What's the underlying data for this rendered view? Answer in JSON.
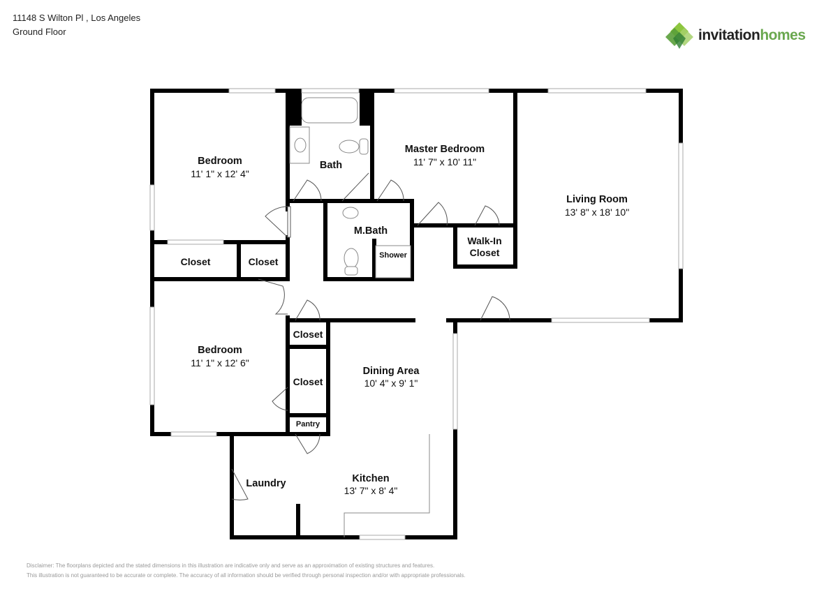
{
  "header": {
    "address": "11148 S Wilton Pl , Los Angeles",
    "floor": "Ground Floor"
  },
  "logo": {
    "text_a": "invitation",
    "text_b": "homes",
    "brand_color": "#6aa84f"
  },
  "rooms": {
    "bedroom1": {
      "name": "Bedroom",
      "dims": "11' 1\" x 12' 4\""
    },
    "bath": {
      "name": "Bath"
    },
    "master_bedroom": {
      "name": "Master Bedroom",
      "dims": "11' 7\" x 10' 11\""
    },
    "living_room": {
      "name": "Living Room",
      "dims": "13' 8\" x 18' 10\""
    },
    "m_bath": {
      "name": "M.Bath"
    },
    "shower": {
      "name": "Shower"
    },
    "walk_in_closet": {
      "name": "Walk-In\nCloset",
      "line1": "Walk-In",
      "line2": "Closet"
    },
    "closet1": {
      "name": "Closet"
    },
    "closet2": {
      "name": "Closet"
    },
    "bedroom2": {
      "name": "Bedroom",
      "dims": "11' 1\" x 12' 6\""
    },
    "closet3": {
      "name": "Closet"
    },
    "closet4": {
      "name": "Closet"
    },
    "pantry": {
      "name": "Pantry"
    },
    "dining": {
      "name": "Dining Area",
      "dims": "10' 4\" x 9' 1\""
    },
    "laundry": {
      "name": "Laundry"
    },
    "kitchen": {
      "name": "Kitchen",
      "dims": "13' 7\" x 8' 4\""
    }
  },
  "disclaimer": {
    "line1": "Disclaimer: The floorplans depicted and the stated dimensions in this illustration are indicative only and serve as an approximation of existing structures and features.",
    "line2": "This illustration is not guaranteed to be accurate or complete. The accuracy of all information should be verified through personal inspection and/or with appropriate professionals."
  }
}
